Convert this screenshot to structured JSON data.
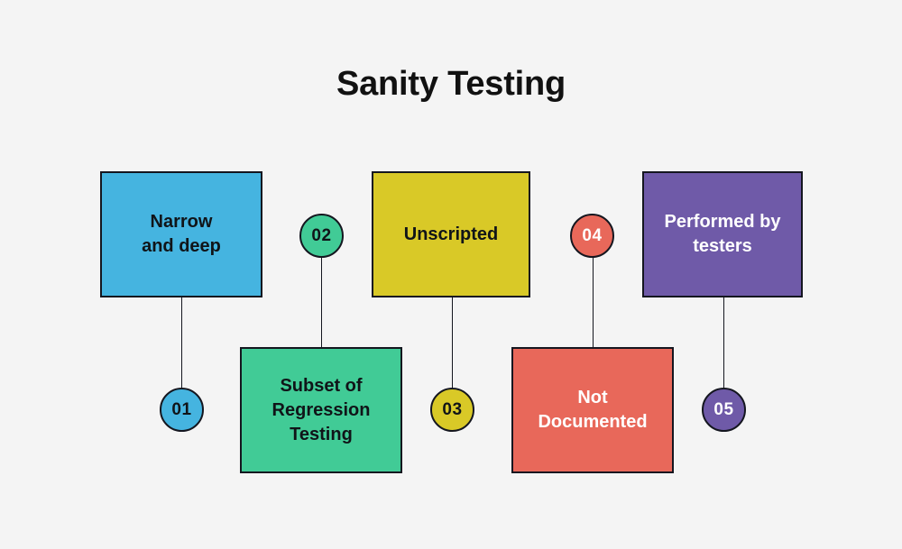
{
  "title": "Sanity Testing",
  "theme": {
    "background": "#f4f4f4",
    "border": "#14161f",
    "connector": "#14161f",
    "title_color": "#111111",
    "dark_text": "#101418",
    "light_text": "#ffffff"
  },
  "nodes": [
    {
      "number": "01",
      "label": "Narrow\nand deep",
      "color": "#45b4e0",
      "text_color": "#101418",
      "box_position": "top",
      "circle_position": "bottom"
    },
    {
      "number": "02",
      "label": "Subset of\nRegression\nTesting",
      "color": "#41cb96",
      "text_color": "#101418",
      "box_position": "bottom",
      "circle_position": "top"
    },
    {
      "number": "03",
      "label": "Unscripted",
      "color": "#d9c927",
      "text_color": "#101418",
      "box_position": "top",
      "circle_position": "bottom"
    },
    {
      "number": "04",
      "label": "Not\nDocumented",
      "color": "#e8685a",
      "text_color": "#ffffff",
      "box_position": "bottom",
      "circle_position": "top"
    },
    {
      "number": "05",
      "label": "Performed by\ntesters",
      "color": "#6f5aa8",
      "text_color": "#ffffff",
      "box_position": "top",
      "circle_position": "bottom"
    }
  ]
}
